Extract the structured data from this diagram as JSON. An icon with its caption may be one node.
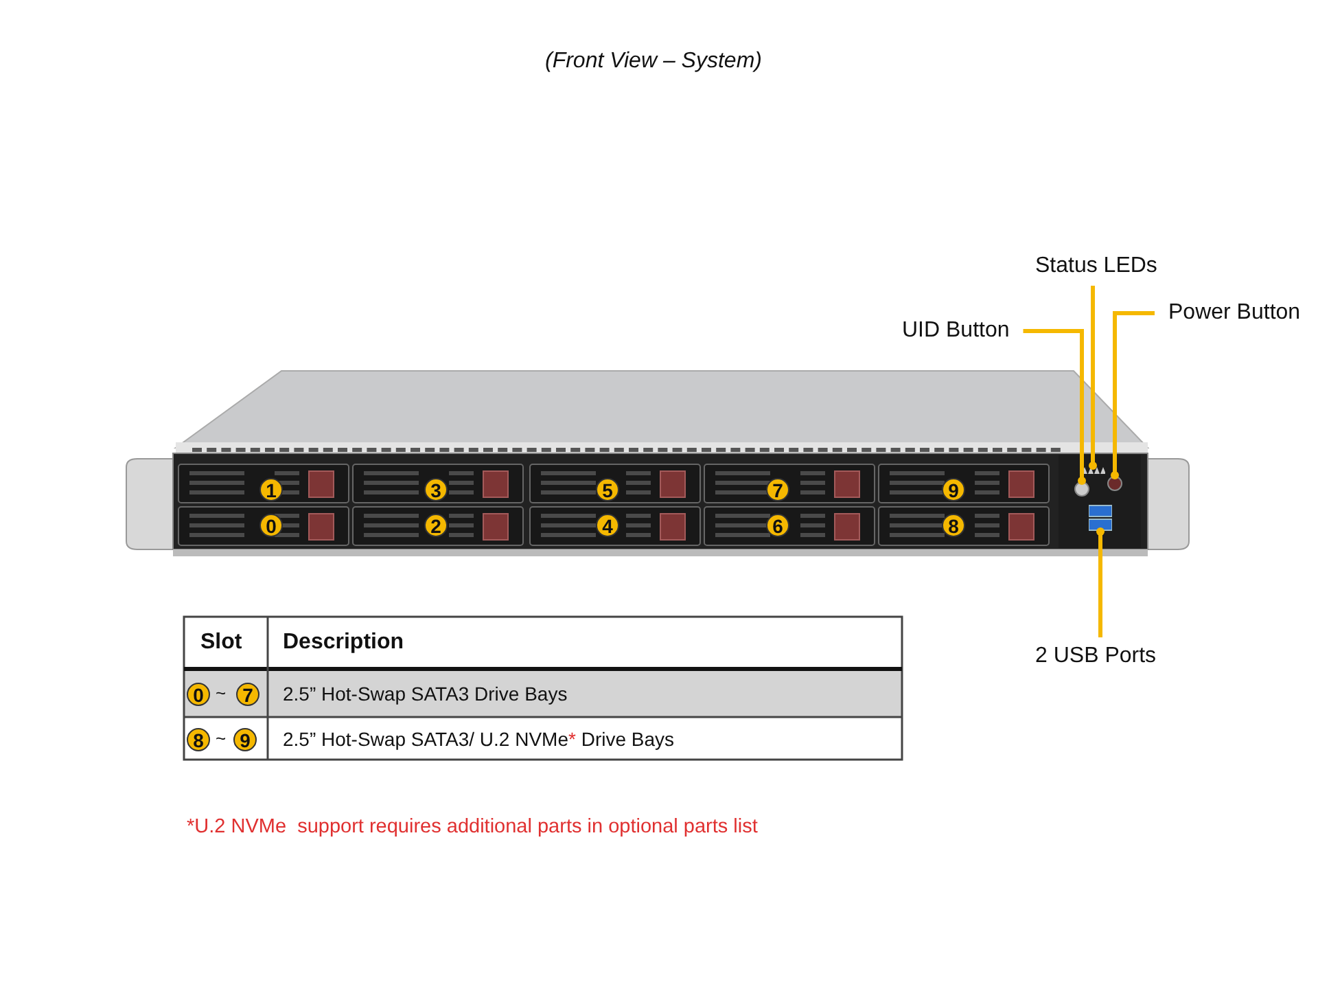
{
  "diagram": {
    "title": "(Front View – System)",
    "nodes": [
      {
        "text": [
          "Status LEDs"
        ]
      },
      {
        "text": [
          "Power Button"
        ]
      },
      {
        "text": [
          "UID Button"
        ]
      },
      {
        "text": [],
        "shape": "bar"
      },
      {
        "text": [],
        "shape": "circle"
      },
      {
        "text": [],
        "shape": "circle"
      },
      {
        "text": [],
        "shape": "box"
      },
      {
        "text": [
          "2 USB Ports"
        ]
      }
    ],
    "edges": [
      {
        "from": 0,
        "to": 3,
        "arrow": "other"
      },
      {
        "from": 1,
        "to": 5,
        "arrow": "other"
      },
      {
        "from": 2,
        "to": 4,
        "arrow": "other"
      },
      {
        "from": 7,
        "to": 6,
        "arrow": "other"
      }
    ],
    "labels": [
      "1",
      "3",
      "5",
      "7",
      "9",
      "0",
      "2",
      "4",
      "6",
      "8",
      "Slot",
      "Description",
      "0",
      "~",
      "7",
      "2.5” Hot-Swap SATA3 Drive Bays",
      "8",
      "~",
      "9",
      "2.5” Hot-Swap SATA3/ U.2 NVMe* Drive Bays",
      "*U.2 NVMe  support requires additional parts in optional parts list"
    ]
  }
}
